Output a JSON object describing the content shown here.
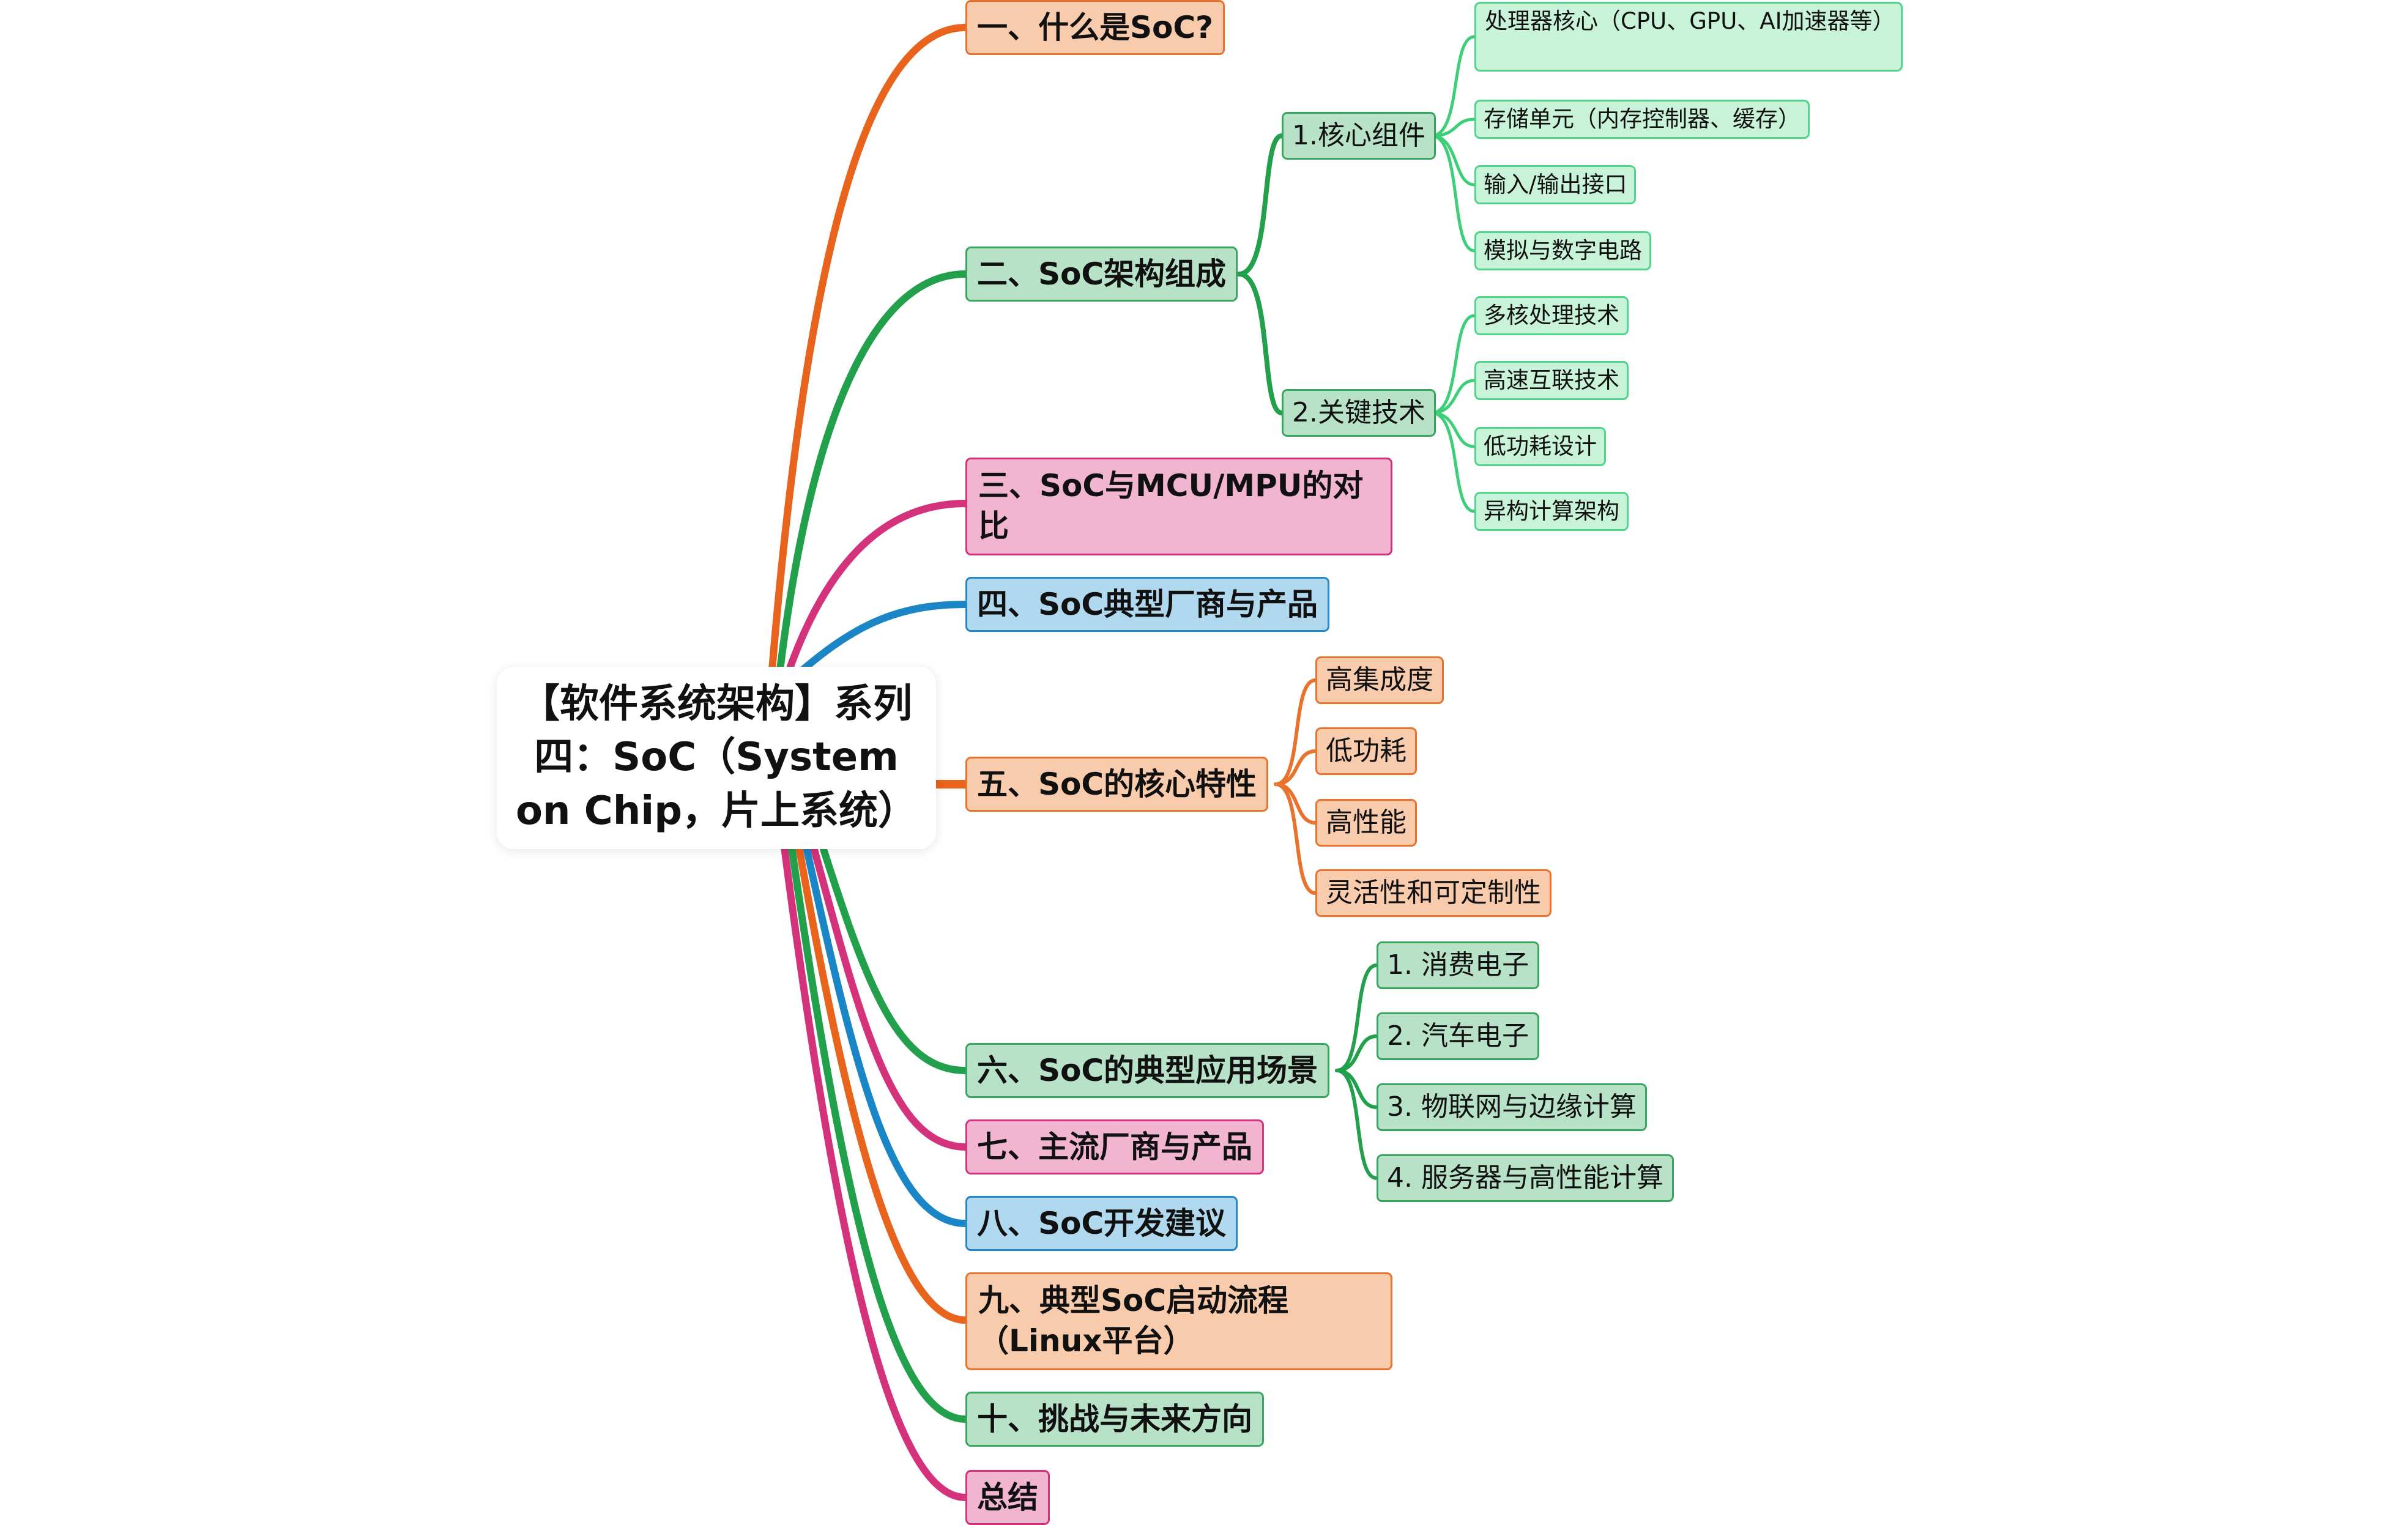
{
  "root": {
    "title": "【软件系统架构】系列四：SoC（System on Chip，片上系统）"
  },
  "branches": {
    "b1": "一、什么是SoC?",
    "b2": "二、SoC架构组成",
    "b3": "三、SoC与MCU/MPU的对比",
    "b4": "四、SoC典型厂商与产品",
    "b5": "五、SoC的核心特性",
    "b6": "六、SoC的典型应用场景",
    "b7": "七、主流厂商与产品",
    "b8": "八、SoC开发建议",
    "b9": "九、典型SoC启动流程（Linux平台）",
    "b10": "十、挑战与未来方向",
    "b11": "总结"
  },
  "architecture": {
    "core_components": {
      "label": "1.核心组件",
      "items": [
        "处理器核心（CPU、GPU、AI加速器等）",
        "存储单元（内存控制器、缓存）",
        "输入/输出接口",
        "模拟与数字电路"
      ]
    },
    "key_technologies": {
      "label": "2.关键技术",
      "items": [
        "多核处理技术",
        "高速互联技术",
        "低功耗设计",
        "异构计算架构"
      ]
    }
  },
  "core_features": [
    "高集成度",
    "低功耗",
    "高性能",
    "灵活性和可定制性"
  ],
  "applications": [
    "1. 消费电子",
    "2. 汽车电子",
    "3. 物联网与边缘计算",
    "4. 服务器与高性能计算"
  ],
  "colors": {
    "orange": "#e8732f",
    "green": "#22a04b",
    "pink": "#d4327a",
    "blue": "#1b86c6",
    "light_green": "#3ccf77"
  }
}
